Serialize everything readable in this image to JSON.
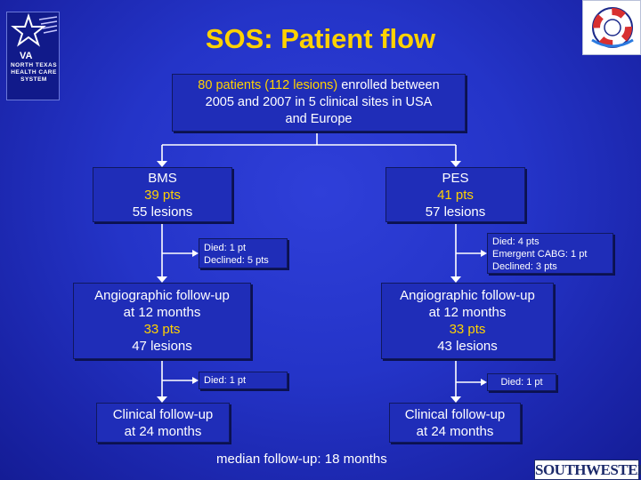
{
  "title": "SOS: Patient flow",
  "enrollment": {
    "highlight": "80 patients (112 lesions)",
    "rest_line1": " enrolled between",
    "line2": "2005 and 2007 in 5 clinical sites in USA",
    "line3": "and Europe"
  },
  "bms": {
    "name": "BMS",
    "pts": "39 pts",
    "lesions": "55 lesions"
  },
  "pes": {
    "name": "PES",
    "pts": "41 pts",
    "lesions": "57 lesions"
  },
  "bms_dropout_1": {
    "line1": "Died: 1 pt",
    "line2": "Declined: 5 pts"
  },
  "pes_dropout_1": {
    "line1": "Died: 4 pts",
    "line2": "Emergent CABG: 1 pt",
    "line3": "Declined: 3 pts"
  },
  "bms_angio": {
    "line1": "Angiographic follow-up",
    "line2": "at 12 months",
    "pts": "33 pts",
    "lesions": "47 lesions"
  },
  "pes_angio": {
    "line1": "Angiographic follow-up",
    "line2": "at 12 months",
    "pts": "33 pts",
    "lesions": "43 lesions"
  },
  "bms_dropout_2": {
    "line1": "Died: 1 pt"
  },
  "pes_dropout_2": {
    "line1": "Died: 1 pt"
  },
  "bms_clinical": {
    "line1": "Clinical follow-up",
    "line2": "at 24 months"
  },
  "pes_clinical": {
    "line1": "Clinical follow-up",
    "line2": "at 24 months"
  },
  "footer": "median follow-up: 18 months",
  "logos": {
    "left_text": [
      "NORTH TEXAS",
      "HEALTH CARE",
      "SYSTEM"
    ],
    "left_mark": "VA",
    "right_sw": "SOUTHWESTERN"
  },
  "colors": {
    "title": "#ffd200",
    "background": "#2434c8",
    "box": "#1f2db8"
  }
}
